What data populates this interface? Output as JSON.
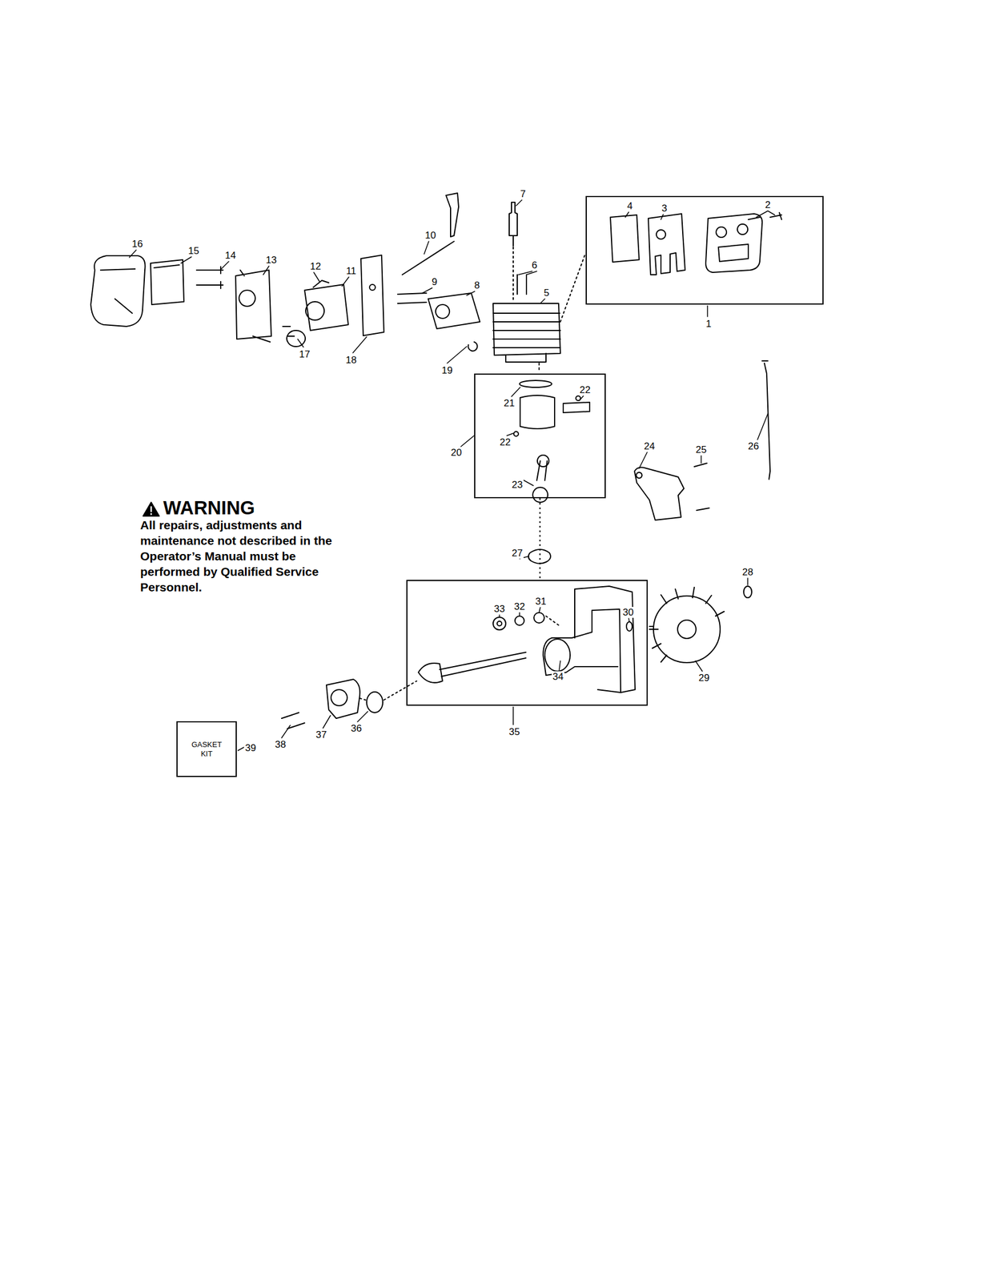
{
  "diagram": {
    "nodes": [
      {
        "text": [
          "1"
        ]
      },
      {
        "text": [
          "20"
        ]
      },
      {
        "text": [
          "35"
        ]
      },
      {
        "text": [
          "GASKET KIT",
          "39"
        ]
      }
    ],
    "edges": [
      {
        "from": 1,
        "to": 2,
        "arrow": "none"
      }
    ],
    "labels": [
      "16",
      "15",
      "14",
      "13",
      "12",
      "11",
      "10",
      "7",
      "4",
      "3",
      "2",
      "6",
      "9",
      "8",
      "5",
      "17",
      "18",
      "19",
      "21",
      "22",
      "22",
      "23",
      "24",
      "25",
      "26",
      "WARNING",
      "All repairs, adjustments and maintenance not described in the Operator’s Manual must be performed by Qualified Service Personnel.",
      "27",
      "28",
      "33",
      "32",
      "31",
      "30",
      "34",
      "29",
      "38",
      "37",
      "36"
    ]
  }
}
